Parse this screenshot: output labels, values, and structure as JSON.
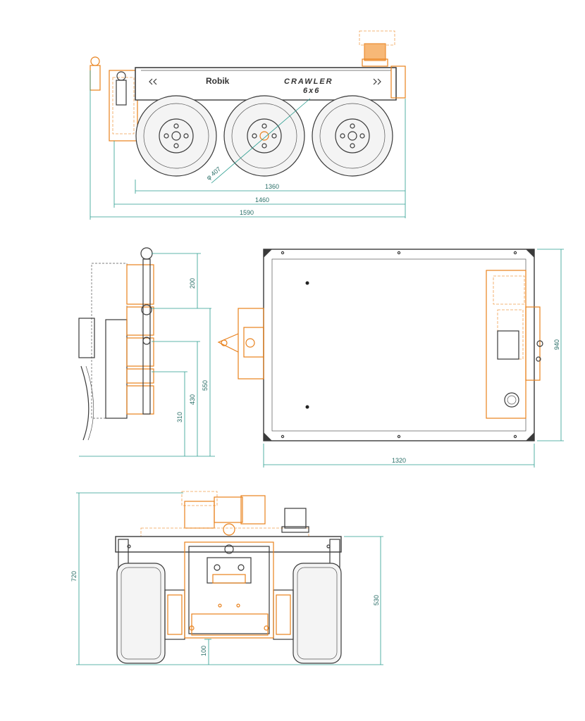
{
  "side_view": {
    "brand": "Robik",
    "model": "CRAWLER",
    "config": "6x6",
    "dims": {
      "wheel_diameter": "φ 407",
      "d1360": "1360",
      "d1460": "1460",
      "d1590": "1590"
    }
  },
  "hitch_view": {
    "dims": {
      "d200": "200",
      "d550": "550",
      "d430": "430",
      "d310": "310"
    }
  },
  "top_view": {
    "dims": {
      "d1320": "1320",
      "d940": "940"
    }
  },
  "front_view": {
    "dims": {
      "d720": "720",
      "d530": "530",
      "d100": "100"
    }
  },
  "colors": {
    "accent": "#e8811c",
    "dimension": "#2a9d8f",
    "line": "#3a3a3a"
  }
}
